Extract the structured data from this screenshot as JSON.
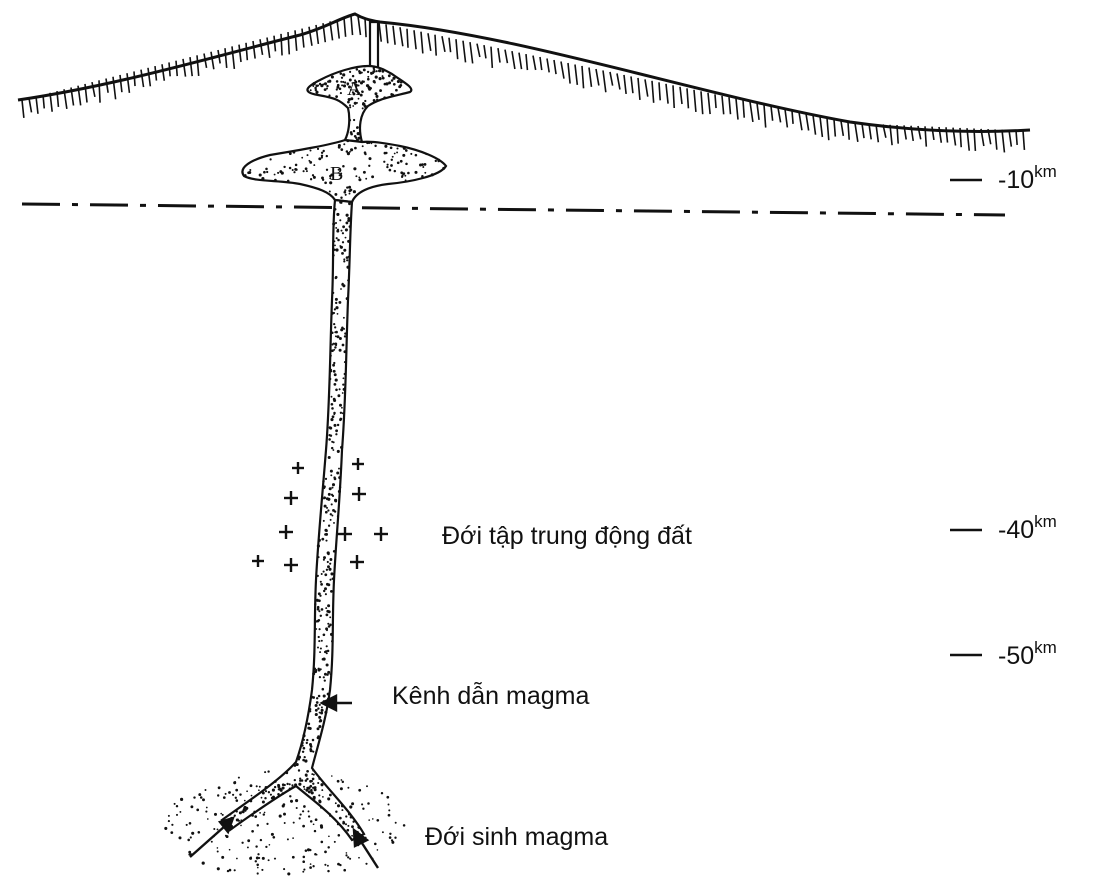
{
  "labels": {
    "chamber_a": "A",
    "chamber_b": "B",
    "earthquake_zone": "Đới tập trung động đất",
    "magma_channel": "Kênh dẫn magma",
    "magma_source_zone": "Đới sinh magma"
  },
  "depth_marks": [
    {
      "value": "-10",
      "unit": "km"
    },
    {
      "value": "-40",
      "unit": "km"
    },
    {
      "value": "-50",
      "unit": "km"
    }
  ],
  "colors": {
    "ink": "#111111",
    "paper": "#ffffff"
  },
  "icons": {
    "earthquake_marker": "plus-sign",
    "flow_arrow": "arrow"
  }
}
